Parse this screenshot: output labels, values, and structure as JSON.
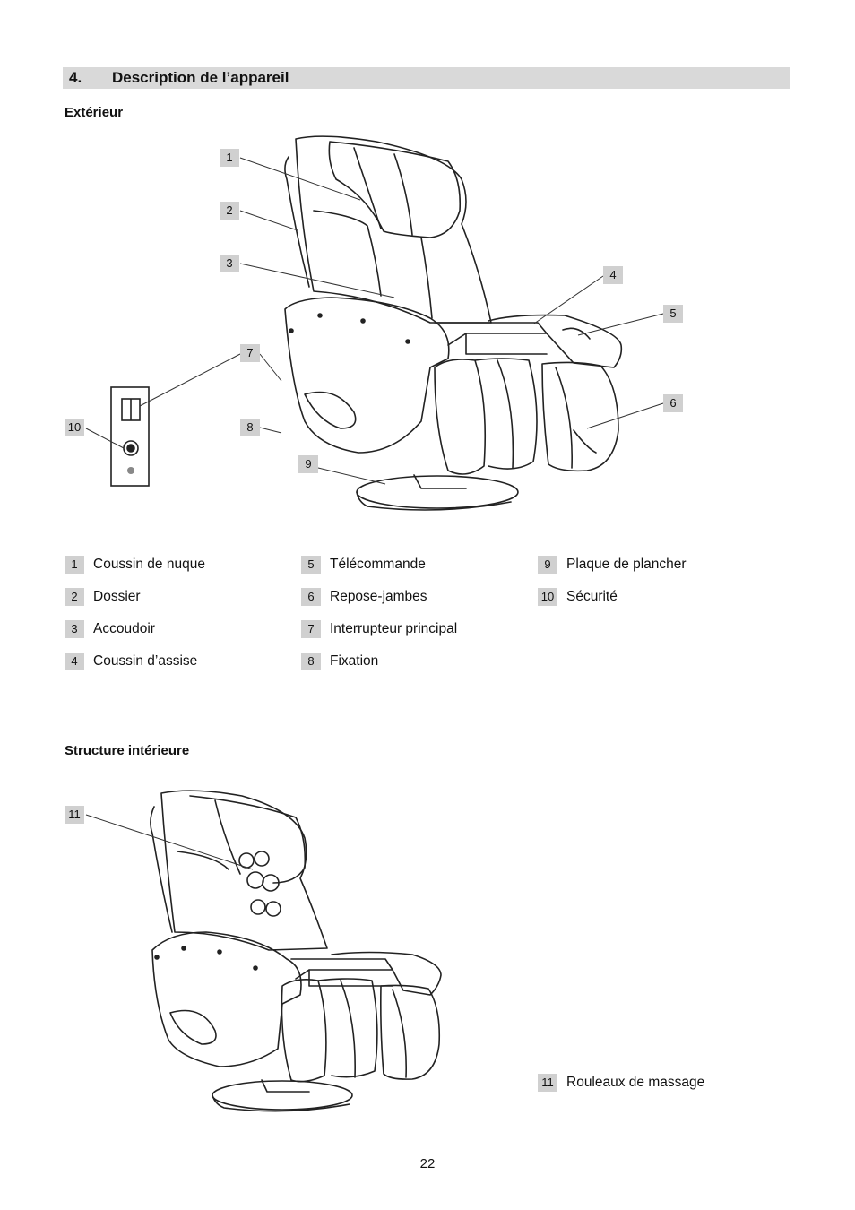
{
  "section": {
    "number": "4.",
    "title": "Description de l’appareil"
  },
  "exterior": {
    "heading": "Extérieur",
    "callouts": [
      "1",
      "2",
      "3",
      "4",
      "5",
      "6",
      "7",
      "8",
      "9",
      "10"
    ],
    "legend": [
      {
        "num": "1",
        "label": "Coussin de nuque"
      },
      {
        "num": "2",
        "label": "Dossier"
      },
      {
        "num": "3",
        "label": "Accoudoir"
      },
      {
        "num": "4",
        "label": "Coussin d’assise"
      },
      {
        "num": "5",
        "label": "Télécommande"
      },
      {
        "num": "6",
        "label": "Repose-jambes"
      },
      {
        "num": "7",
        "label": "Interrupteur principal"
      },
      {
        "num": "8",
        "label": "Fixation"
      },
      {
        "num": "9",
        "label": "Plaque de plancher"
      },
      {
        "num": "10",
        "label": "Sécurité"
      }
    ]
  },
  "interior": {
    "heading": "Structure intérieure",
    "callouts": [
      "11"
    ],
    "legend": [
      {
        "num": "11",
        "label": "Rouleaux de massage"
      }
    ]
  },
  "page_number": "22"
}
